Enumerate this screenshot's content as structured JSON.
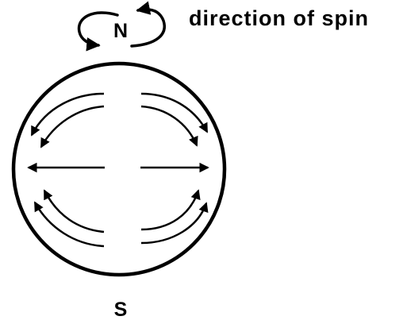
{
  "labels": {
    "north": "N",
    "south": "S",
    "spin_caption": "direction of spin"
  },
  "colors": {
    "ink": "#000000",
    "background": "#ffffff"
  },
  "icons": {
    "spin_indicator": "circular-rotation-arrows",
    "planet": "sphere-outline",
    "flow_arrows": "curved-arrows"
  }
}
